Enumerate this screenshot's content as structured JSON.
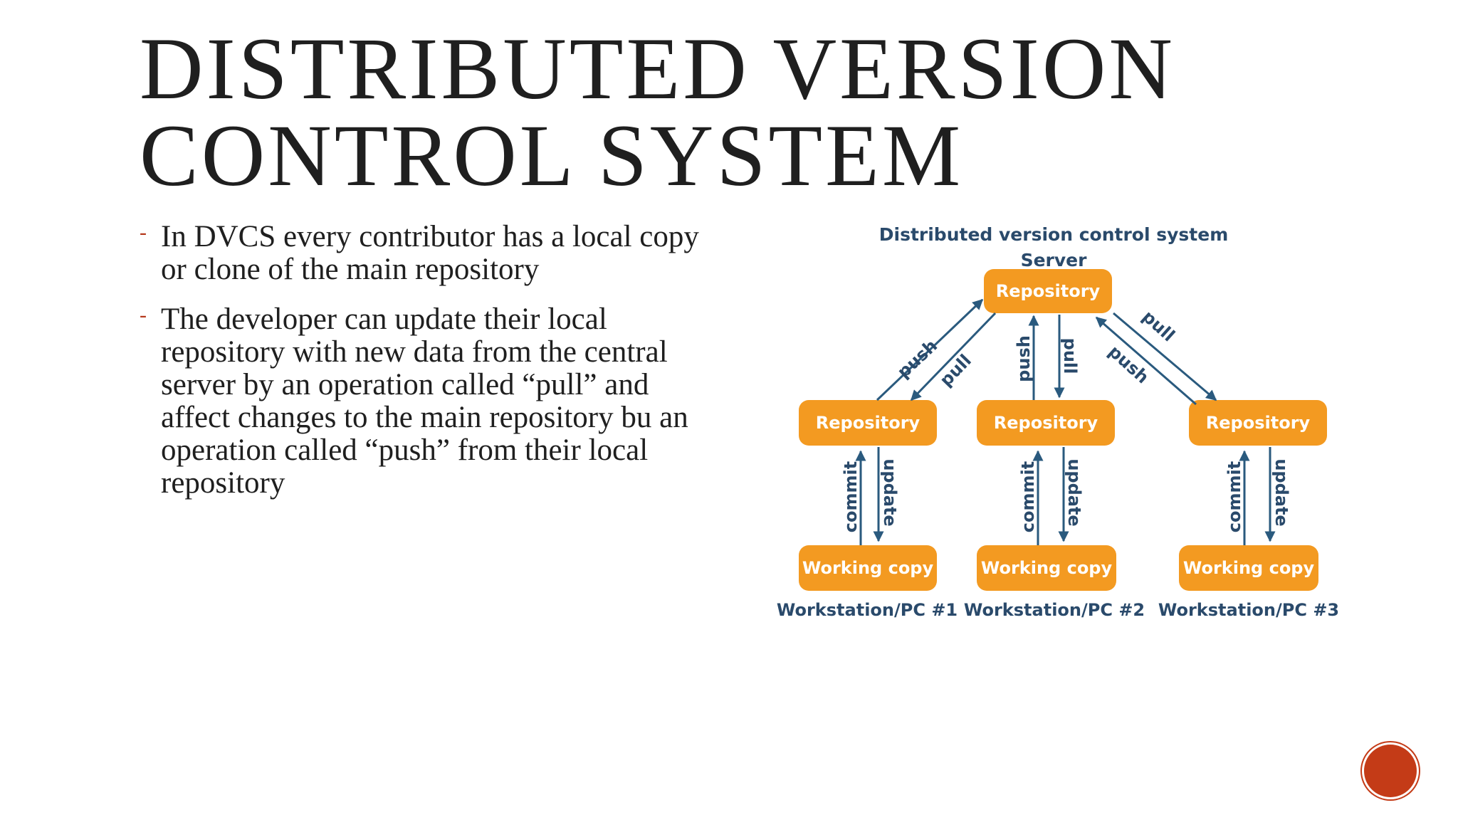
{
  "slide": {
    "title_line1": "Distributed Version",
    "title_line2": "Control System",
    "bullet_marker": "-",
    "bullets": [
      "In DVCS every contributor has a local copy or clone of the main repository",
      "The developer can update their local repository with new data from the central server by an operation called “pull” and affect changes to the main repository bu an operation called “push” from their local repository"
    ]
  },
  "diagram": {
    "title": "Distributed version control system",
    "server_label": "Server",
    "repository_label": "Repository",
    "working_copy_label": "Working copy",
    "push_label": "push",
    "pull_label": "pull",
    "commit_label": "commit",
    "update_label": "update",
    "workstations": [
      "Workstation/PC #1",
      "Workstation/PC #2",
      "Workstation/PC #3"
    ],
    "colors": {
      "box_fill": "#f39a21",
      "box_text": "#ffffff",
      "text": "#2a4a6b",
      "arrow": "#2a5a7e"
    }
  },
  "colors": {
    "accent": "#c43b17",
    "title": "#1f1f1f"
  }
}
